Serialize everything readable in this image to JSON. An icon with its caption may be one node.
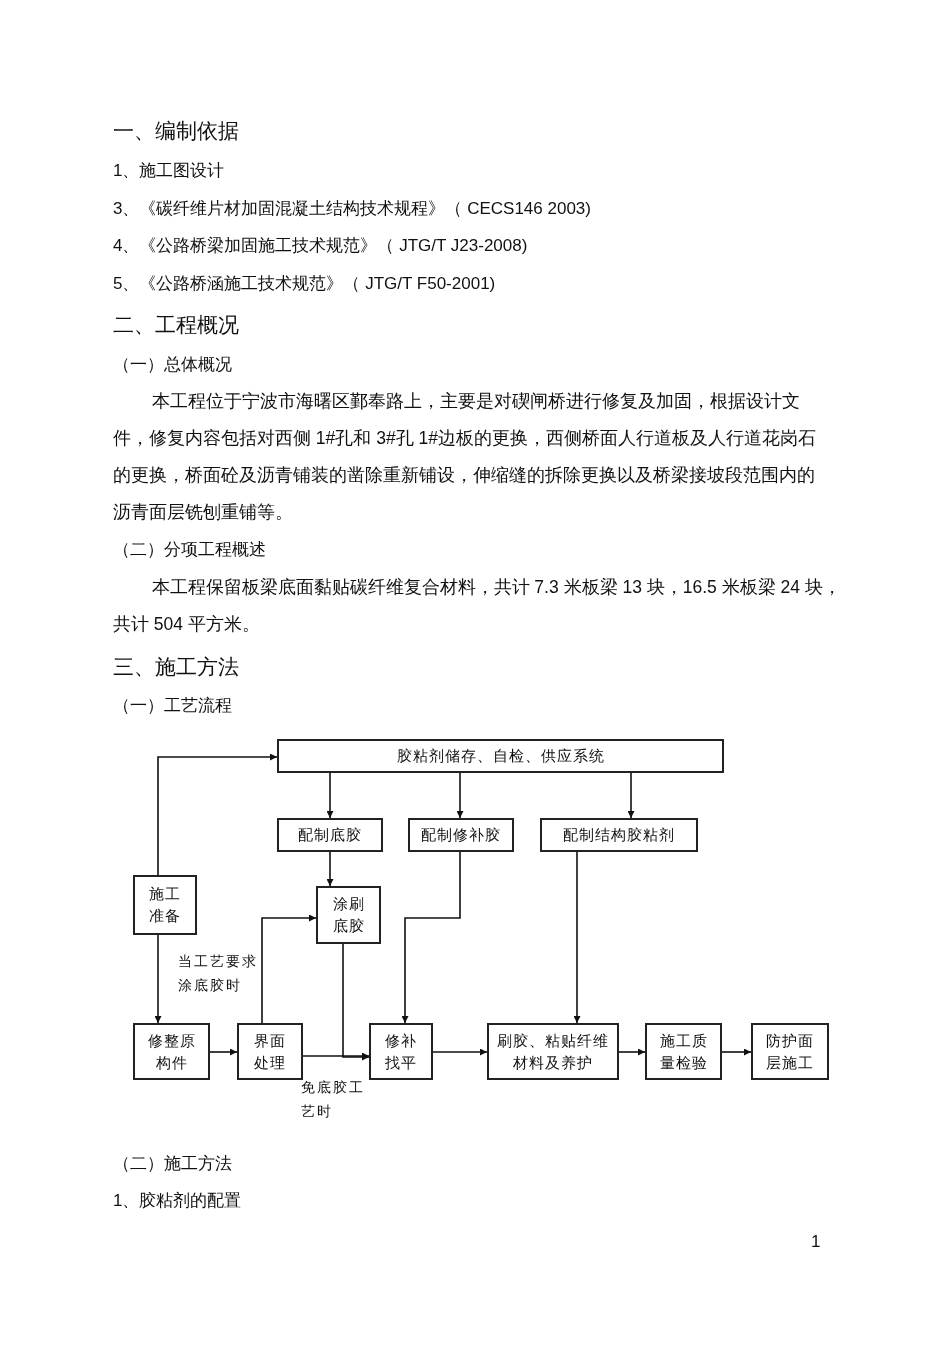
{
  "diagram": {
    "nodes": [
      {
        "text": [
          "胶粘剂储存、自检、供应系统"
        ]
      },
      {
        "text": [
          "配制底胶"
        ]
      },
      {
        "text": [
          "配制修补胶"
        ]
      },
      {
        "text": [
          "配制结构胶粘剂"
        ]
      },
      {
        "text": [
          "施工准备"
        ]
      },
      {
        "text": [
          "涂刷底胶"
        ]
      },
      {
        "text": [
          "修整原构件"
        ]
      },
      {
        "text": [
          "界面处理"
        ]
      },
      {
        "text": [
          "修补找平"
        ]
      },
      {
        "text": [
          "刷胶、粘贴纤维材料及养护"
        ]
      },
      {
        "text": [
          "施工质量检验"
        ]
      },
      {
        "text": [
          "防护面层施工"
        ]
      }
    ],
    "edges": [
      {
        "from": 4,
        "to": 0,
        "arrow": "to"
      },
      {
        "from": 0,
        "to": 1,
        "arrow": "to"
      },
      {
        "from": 0,
        "to": 2,
        "arrow": "to"
      },
      {
        "from": 0,
        "to": 3,
        "arrow": "to"
      },
      {
        "from": 1,
        "to": 5,
        "arrow": "to"
      },
      {
        "from": 4,
        "to": 6,
        "arrow": "to"
      },
      {
        "from": 7,
        "to": 5,
        "arrow": "to",
        "label": "当工艺要求涂底胶时"
      },
      {
        "from": 5,
        "to": 8,
        "arrow": "to"
      },
      {
        "from": 2,
        "to": 8,
        "arrow": "to"
      },
      {
        "from": 3,
        "to": 9,
        "arrow": "to"
      },
      {
        "from": 6,
        "to": 7,
        "arrow": "to"
      },
      {
        "from": 7,
        "to": 8,
        "arrow": "to",
        "label": "免底胶工艺时"
      },
      {
        "from": 8,
        "to": 9,
        "arrow": "to"
      },
      {
        "from": 9,
        "to": 10,
        "arrow": "to"
      },
      {
        "from": 10,
        "to": 11,
        "arrow": "to"
      }
    ],
    "labels": [
      "一、编制依据",
      "1、施工图设计",
      "3、《碳纤维片材加固混凝土结构技术规程》（ CECS146 2003)",
      "4、《公路桥梁加固施工技术规范》（ JTG/T J23-2008)",
      "5、《公路桥涵施工技术规范》（ JTG/T F50-2001)",
      "二、工程概况",
      "（一）总体概况",
      "本工程位于宁波市海曙区鄞奉路上，主要是对碶闸桥进行修复及加固，根据设计文件，修复内容包括对西侧 1#孔和 3#孔 1#边板的更换，西侧桥面人行道板及人行道花岗石的更换，桥面砼及沥青铺装的凿除重新铺设，伸缩缝的拆除更换以及桥梁接坡段范围内的沥青面层铣刨重铺等。",
      "（二）分项工程概述",
      "本工程保留板梁底面黏贴碳纤维复合材料，共计 7.3 米板梁 13 块，16.5 米板梁 24 块，共计 504 平方米。",
      "三、施工方法",
      "（一）工艺流程",
      "（二）施工方法",
      "1、胶粘剂的配置",
      "1"
    ]
  }
}
